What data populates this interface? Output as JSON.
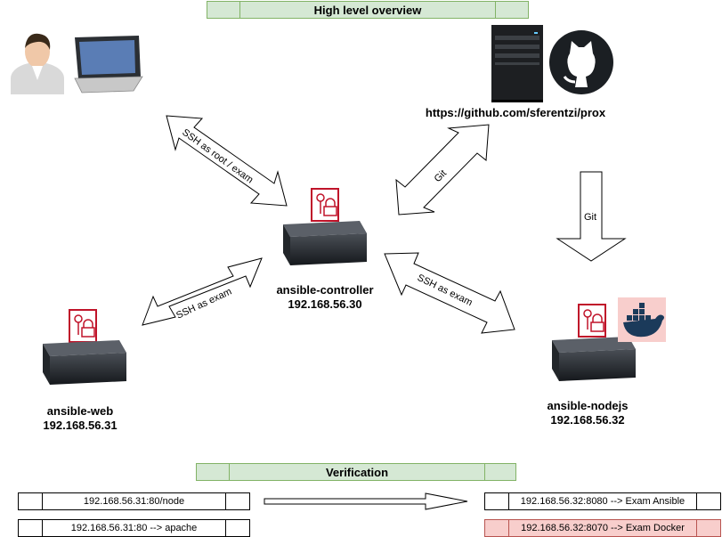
{
  "title": "High level overview",
  "github_url": "https://github.com/sferentzi/prox",
  "arrows": {
    "ssh_root": "SSH as root / exam",
    "git_diag": "Git",
    "git_down": "Git",
    "ssh_web": "SSH as exam",
    "ssh_nodejs": "SSH as exam"
  },
  "nodes": {
    "controller": {
      "name": "ansible-controller",
      "ip": "192.168.56.30"
    },
    "web": {
      "name": "ansible-web",
      "ip": "192.168.56.31"
    },
    "nodejs": {
      "name": "ansible-nodejs",
      "ip": "192.168.56.32"
    }
  },
  "verification": {
    "title": "Verification",
    "left": [
      "192.168.56.31:80/node",
      "192.168.56.31:80 --> apache"
    ],
    "right": [
      "192.168.56.32:8080 --> Exam Ansible",
      "192.168.56.32:8070 --> Exam Docker"
    ]
  },
  "colors": {
    "green_fill": "#d5e8d4",
    "green_border": "#82b366",
    "key_red": "#c0142a",
    "docker_bg": "#f8cecc"
  }
}
